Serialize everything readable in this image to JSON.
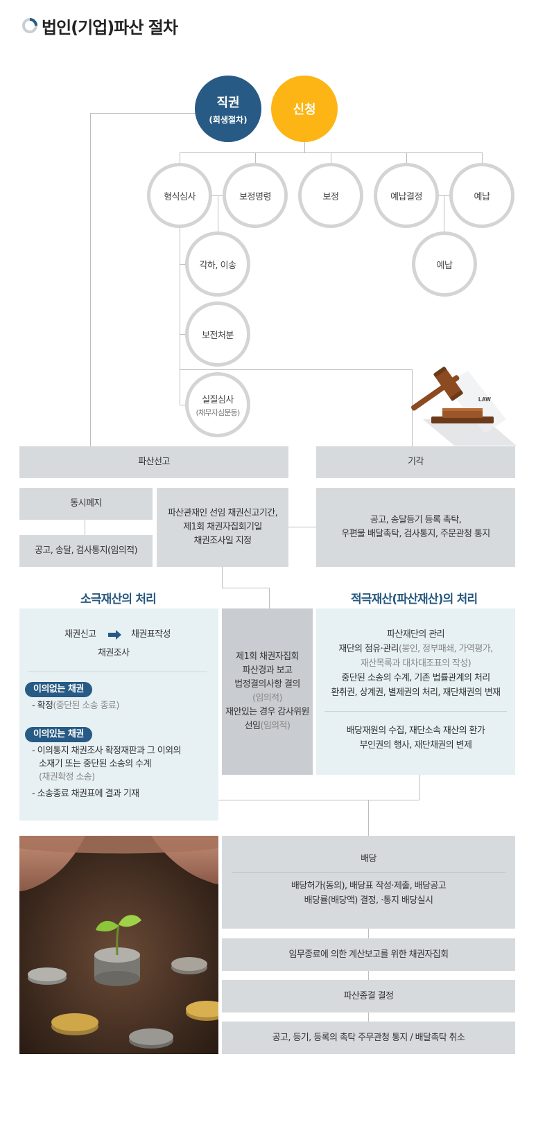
{
  "title": "법인(기업)파산 절차",
  "colors": {
    "navy": "#275a84",
    "yellow": "#fcb514",
    "gray_box": "#d7dadd",
    "light_box": "#e7f1f4"
  },
  "top": {
    "jikgwon_main": "직권",
    "jikgwon_sub": "(회생절차)",
    "sincheong": "신청"
  },
  "circles": {
    "c1": "형식심사",
    "c2": "보정명령",
    "c3": "보정",
    "c4": "예납결정",
    "c5": "예납",
    "c6": "예납",
    "c7": "각하, 이송",
    "c8": "보전처분",
    "c9_main": "실질심사",
    "c9_sub": "(채무자심문등)"
  },
  "gavel_label": "LAW",
  "boxes": {
    "pasan_seongo": "파산선고",
    "gigak": "기각",
    "dongsi_pyeji": "동시폐지",
    "dongsi_notice": "공고, 송달, 검사통지(임의적)",
    "center_lines": [
      "파산관재인 선임 채권신고기간,",
      "제1회 채권자집회기일",
      "채권조사일 지정"
    ],
    "gigak_notice_lines": [
      "공고, 송달등기 등록 촉탁,",
      "우편물 배달촉탁, 검사통지, 주문관청 통지"
    ]
  },
  "left_section": {
    "heading": "소극재산의 처리",
    "flow_from": "채권신고",
    "flow_to": "채권표작성",
    "flow_sub": "채권조사",
    "pill1": "이의없는 채권",
    "item1_text": "- 확정",
    "item1_gray": "(중단된 소송 종료)",
    "pill2": "이의있는 채권",
    "item2_line1": "- 이의통지 채권조사 확정재판과 그 이외의",
    "item2_line2": "소재기 또는 중단된 소송의 수계",
    "item2_gray": "(채권확정 소송)",
    "item3": "- 소송종료 채권표에 결과 기재"
  },
  "middle_section": {
    "line1": "제1회 채권자집회",
    "line2": "파산경과 보고",
    "line3": "법정결의사항 결의",
    "line4_gray": "(임의적)",
    "line5": "재안있는 경우 감사위원",
    "line6_text": "선임",
    "line6_gray": "(임의적)"
  },
  "right_section": {
    "heading": "적극재산(파산재산)의 처리",
    "l1": "파산재단의 관리",
    "l2_text": "재단의 점유·관리",
    "l2_gray": "(봉인, 정부패쇄, 가역평가,",
    "l3_gray": "재산목록과 대차대조표의 작성)",
    "l4": "중단된 소송의 수계, 기존 법률관계의 처리",
    "l5": "환취권, 상계권, 별제권의 처리, 재단채권의 변재",
    "l6": "배당재원의 수집, 재단소속 재산의 환가",
    "l7": "부인권의 행사, 재단채권의 변제"
  },
  "bottom": {
    "baedang_title": "배당",
    "baedang_l1": "배당허가(동의), 배당표 작성·제출, 배당공고",
    "baedang_l2": "배당률(배당액) 결정, ·통지 배당실시",
    "b2": "임무종료에 의한 계산보고를 위한 채권자집회",
    "b3": "파산종결 결정",
    "b4": "공고, 등기, 등록의 촉탁 주무관청 통지 / 배달촉탁 취소"
  }
}
